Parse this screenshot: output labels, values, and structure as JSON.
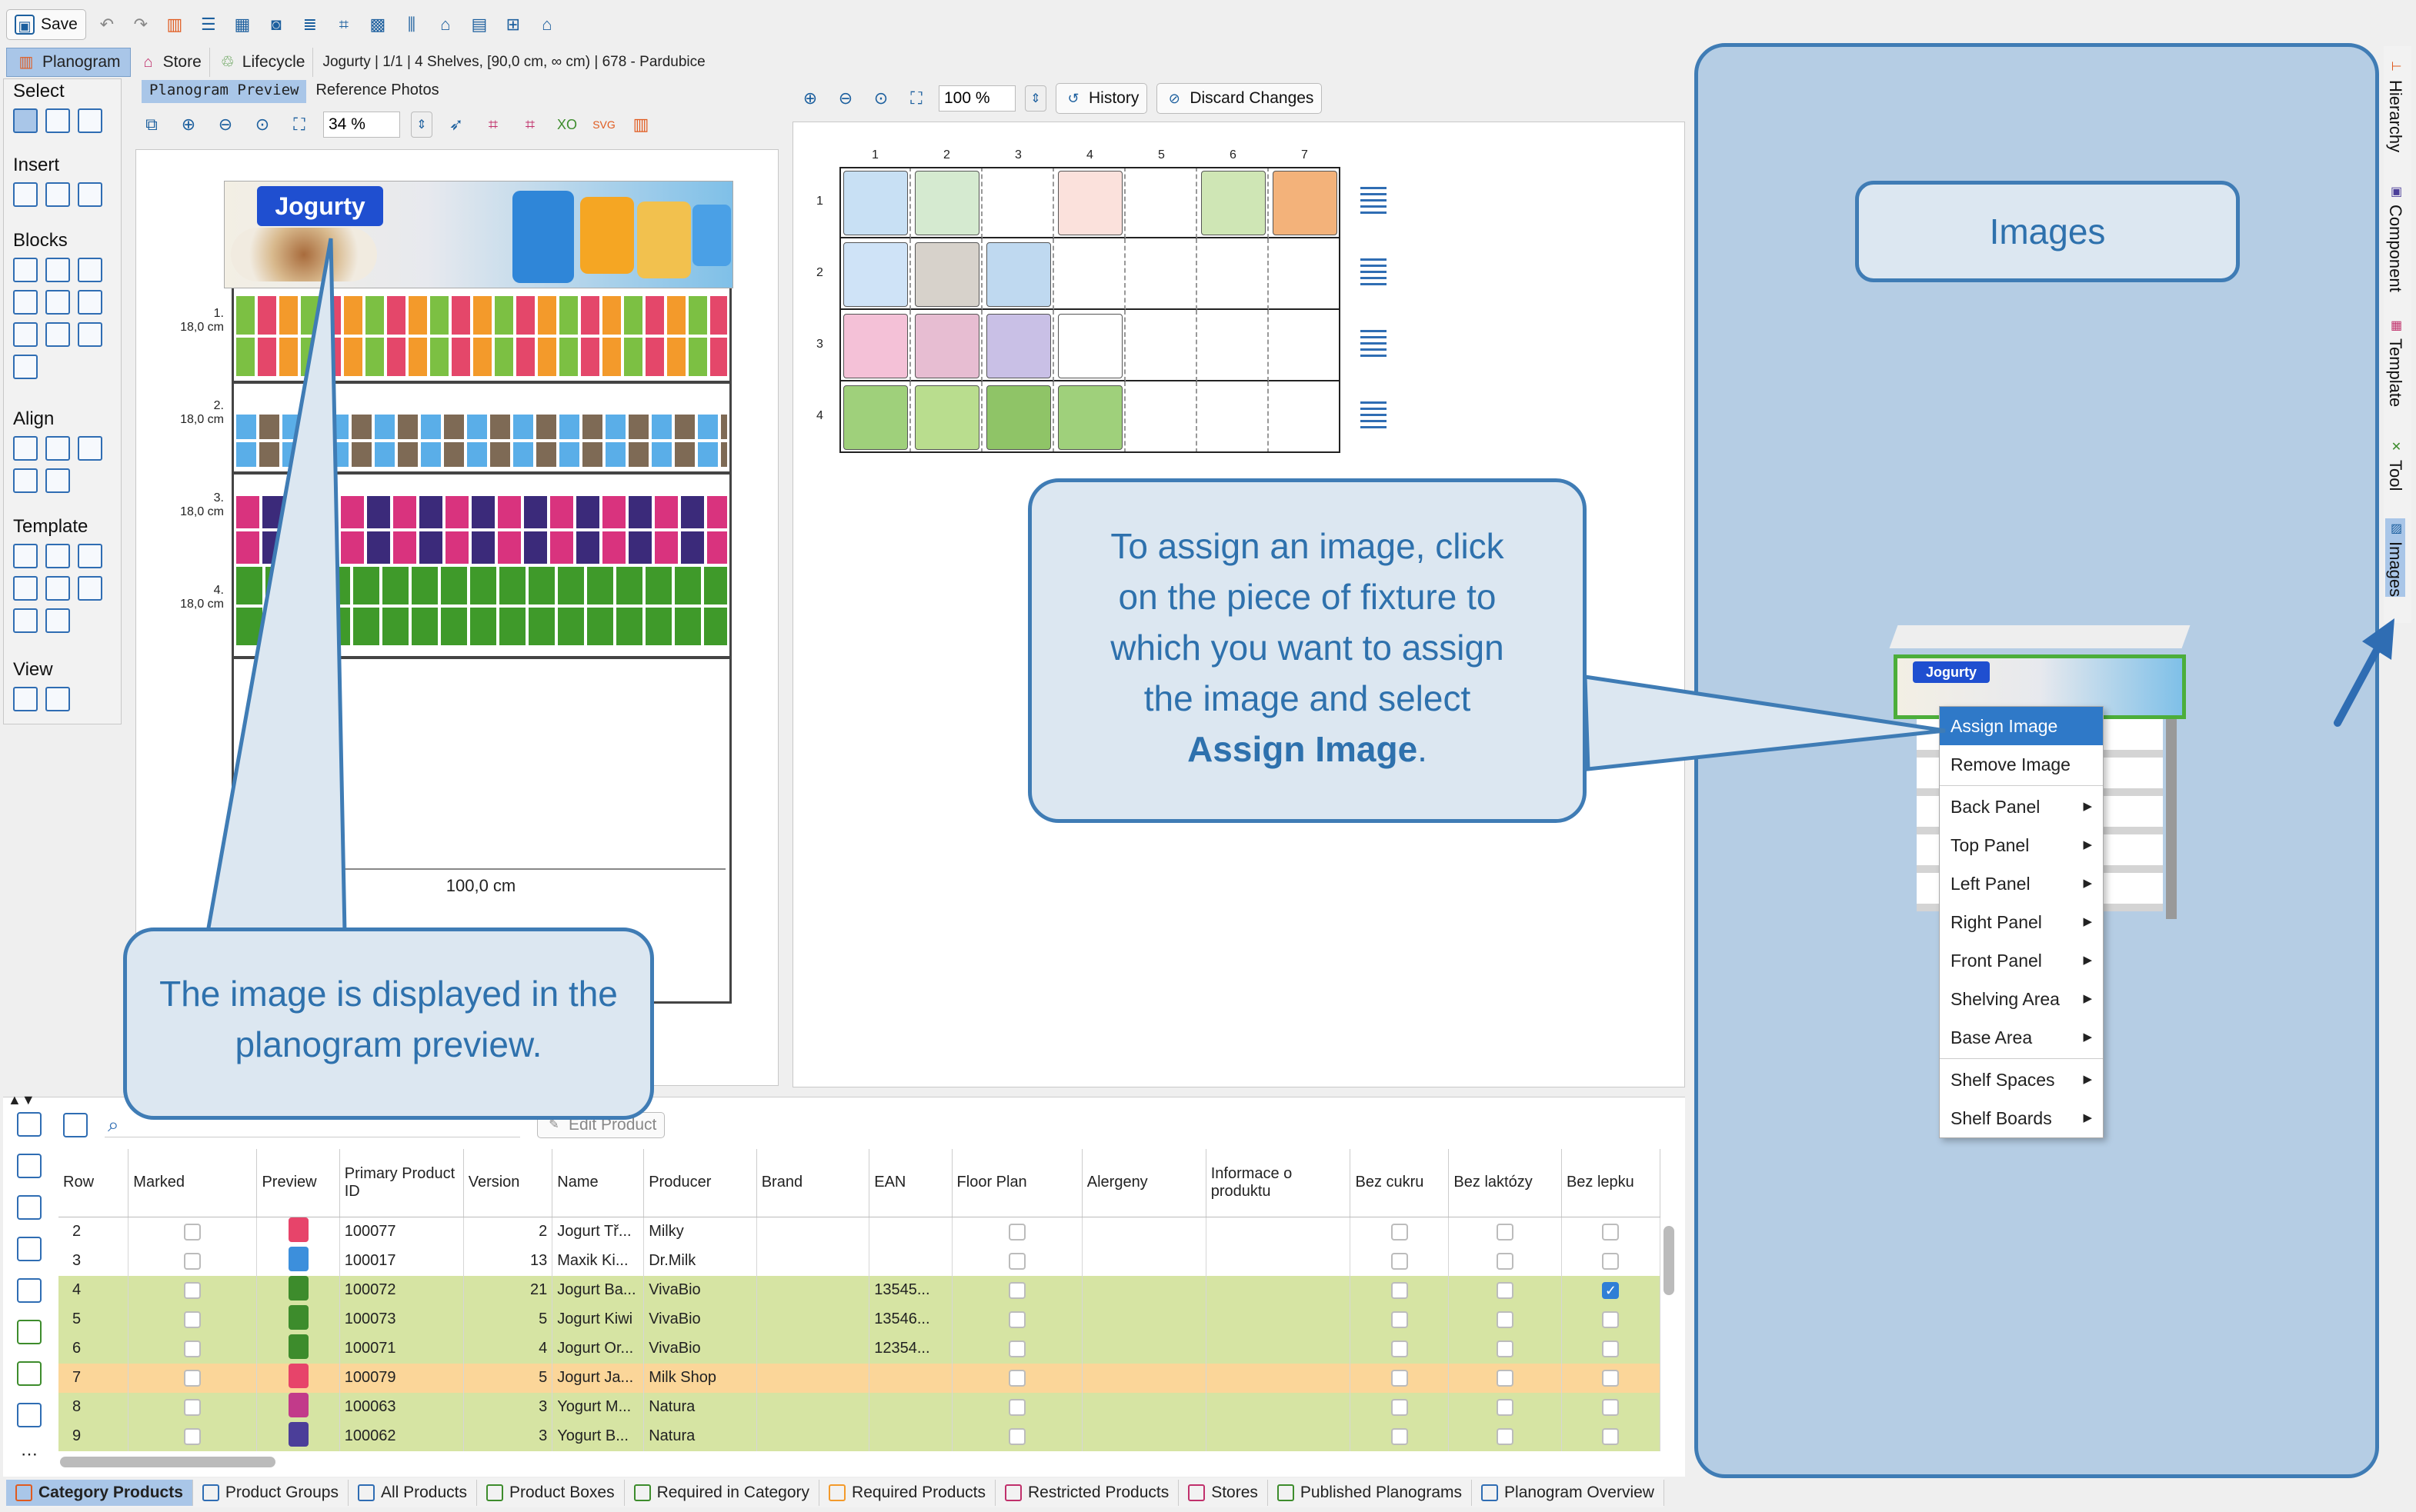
{
  "toolbar": {
    "save_label": "Save"
  },
  "view_tabs": [
    {
      "label": "Planogram"
    },
    {
      "label": "Store"
    },
    {
      "label": "Lifecycle"
    }
  ],
  "info_bar": "Jogurty | 1/1 | 4 Shelves, [90,0 cm, ∞ cm) | 678 - Pardubice",
  "left_tools": {
    "select": "Select",
    "insert": "Insert",
    "blocks": "Blocks",
    "align": "Align",
    "template": "Template",
    "view": "View"
  },
  "preview_tabs": [
    {
      "label": "Planogram Preview"
    },
    {
      "label": "Reference Photos"
    }
  ],
  "preview_zoom": "34 %",
  "planogram": {
    "header_label": "Jogurty",
    "shelves": [
      {
        "num": "1.",
        "height": "18,0 cm"
      },
      {
        "num": "2.",
        "height": "18,0 cm"
      },
      {
        "num": "3.",
        "height": "18,0 cm"
      },
      {
        "num": "4.",
        "height": "18,0 cm"
      }
    ],
    "width_label": "100,0 cm",
    "fill_levels": [
      0.62,
      0.62,
      0.62,
      0.62
    ]
  },
  "grid_panel": {
    "zoom": "100 %",
    "history_label": "History",
    "discard_label": "Discard Changes",
    "col_labels": [
      "1",
      "2",
      "3",
      "4",
      "5",
      "6",
      "7"
    ],
    "row_labels": [
      "1",
      "2",
      "3",
      "4"
    ]
  },
  "right_panel": {
    "title": "Images",
    "mini_label": "Jogurty",
    "menu": [
      {
        "label": "Assign Image",
        "sub": false
      },
      {
        "label": "Remove Image",
        "sub": false
      },
      {
        "label": "Back Panel",
        "sub": true
      },
      {
        "label": "Top Panel",
        "sub": true
      },
      {
        "label": "Left Panel",
        "sub": true
      },
      {
        "label": "Right Panel",
        "sub": true
      },
      {
        "label": "Front Panel",
        "sub": true
      },
      {
        "label": "Shelving Area",
        "sub": true
      },
      {
        "label": "Base Area",
        "sub": true
      },
      {
        "label": "Shelf Spaces",
        "sub": true
      },
      {
        "label": "Shelf Boards",
        "sub": true
      }
    ]
  },
  "side_tabs": [
    {
      "label": "Hierarchy"
    },
    {
      "label": "Component"
    },
    {
      "label": "Template"
    },
    {
      "label": "Tool"
    },
    {
      "label": "Images"
    }
  ],
  "callouts": {
    "preview_text": "The image is displayed in the planogram preview.",
    "assign_line1": "To assign an image, click",
    "assign_line2": "on the piece of fixture to",
    "assign_line3": "which you want to assign",
    "assign_line4": "the image and select",
    "assign_bold": "Assign Image",
    "assign_end": "."
  },
  "products_table": {
    "search_placeholder": "",
    "edit_product_label": "Edit Product",
    "columns": [
      "Row",
      "Marked",
      "Preview",
      "Primary Product ID",
      "Version",
      "Name",
      "Producer",
      "Brand",
      "EAN",
      "Floor Plan",
      "Alergeny",
      "Informace o produktu",
      "Bez cukru",
      "Bez laktózy",
      "Bez lepku"
    ],
    "rows": [
      {
        "row": "2",
        "id": "100077",
        "version": "2",
        "name": "Jogurt Tř...",
        "producer": "Milky",
        "ean": "",
        "lepku": false,
        "style": "w",
        "color": "#e7446a"
      },
      {
        "row": "3",
        "id": "100017",
        "version": "13",
        "name": "Maxik Ki...",
        "producer": "Dr.Milk",
        "ean": "",
        "lepku": false,
        "style": "w",
        "color": "#3c8fdc"
      },
      {
        "row": "4",
        "id": "100072",
        "version": "21",
        "name": "Jogurt Ba...",
        "producer": "VivaBio",
        "ean": "13545...",
        "lepku": true,
        "style": "g",
        "color": "#3d8c2c"
      },
      {
        "row": "5",
        "id": "100073",
        "version": "5",
        "name": "Jogurt Kiwi",
        "producer": "VivaBio",
        "ean": "13546...",
        "lepku": false,
        "style": "g",
        "color": "#3d8c2c"
      },
      {
        "row": "6",
        "id": "100071",
        "version": "4",
        "name": "Jogurt Or...",
        "producer": "VivaBio",
        "ean": "12354...",
        "lepku": false,
        "style": "g",
        "color": "#3d8c2c"
      },
      {
        "row": "7",
        "id": "100079",
        "version": "5",
        "name": "Jogurt Ja...",
        "producer": "Milk Shop",
        "ean": "",
        "lepku": false,
        "style": "o",
        "color": "#e7446a"
      },
      {
        "row": "8",
        "id": "100063",
        "version": "3",
        "name": "Yogurt M...",
        "producer": "Natura",
        "ean": "",
        "lepku": false,
        "style": "g",
        "color": "#c23a8a"
      },
      {
        "row": "9",
        "id": "100062",
        "version": "3",
        "name": "Yogurt B...",
        "producer": "Natura",
        "ean": "",
        "lepku": false,
        "style": "g",
        "color": "#4b3e99"
      }
    ]
  },
  "bottom_tabs": [
    {
      "label": "Category Products"
    },
    {
      "label": "Product Groups"
    },
    {
      "label": "All Products"
    },
    {
      "label": "Product Boxes"
    },
    {
      "label": "Required in Category"
    },
    {
      "label": "Required Products"
    },
    {
      "label": "Restricted Products"
    },
    {
      "label": "Stores"
    },
    {
      "label": "Published Planograms"
    },
    {
      "label": "Planogram Overview"
    }
  ],
  "colors": {
    "accent": "#2f79c8",
    "callout_border": "#3f7cb5",
    "callout_fill": "#dce7f1",
    "right_panel_bg": "#b5cde4",
    "row_green": "#d6e4a3",
    "row_orange": "#fbd699"
  }
}
